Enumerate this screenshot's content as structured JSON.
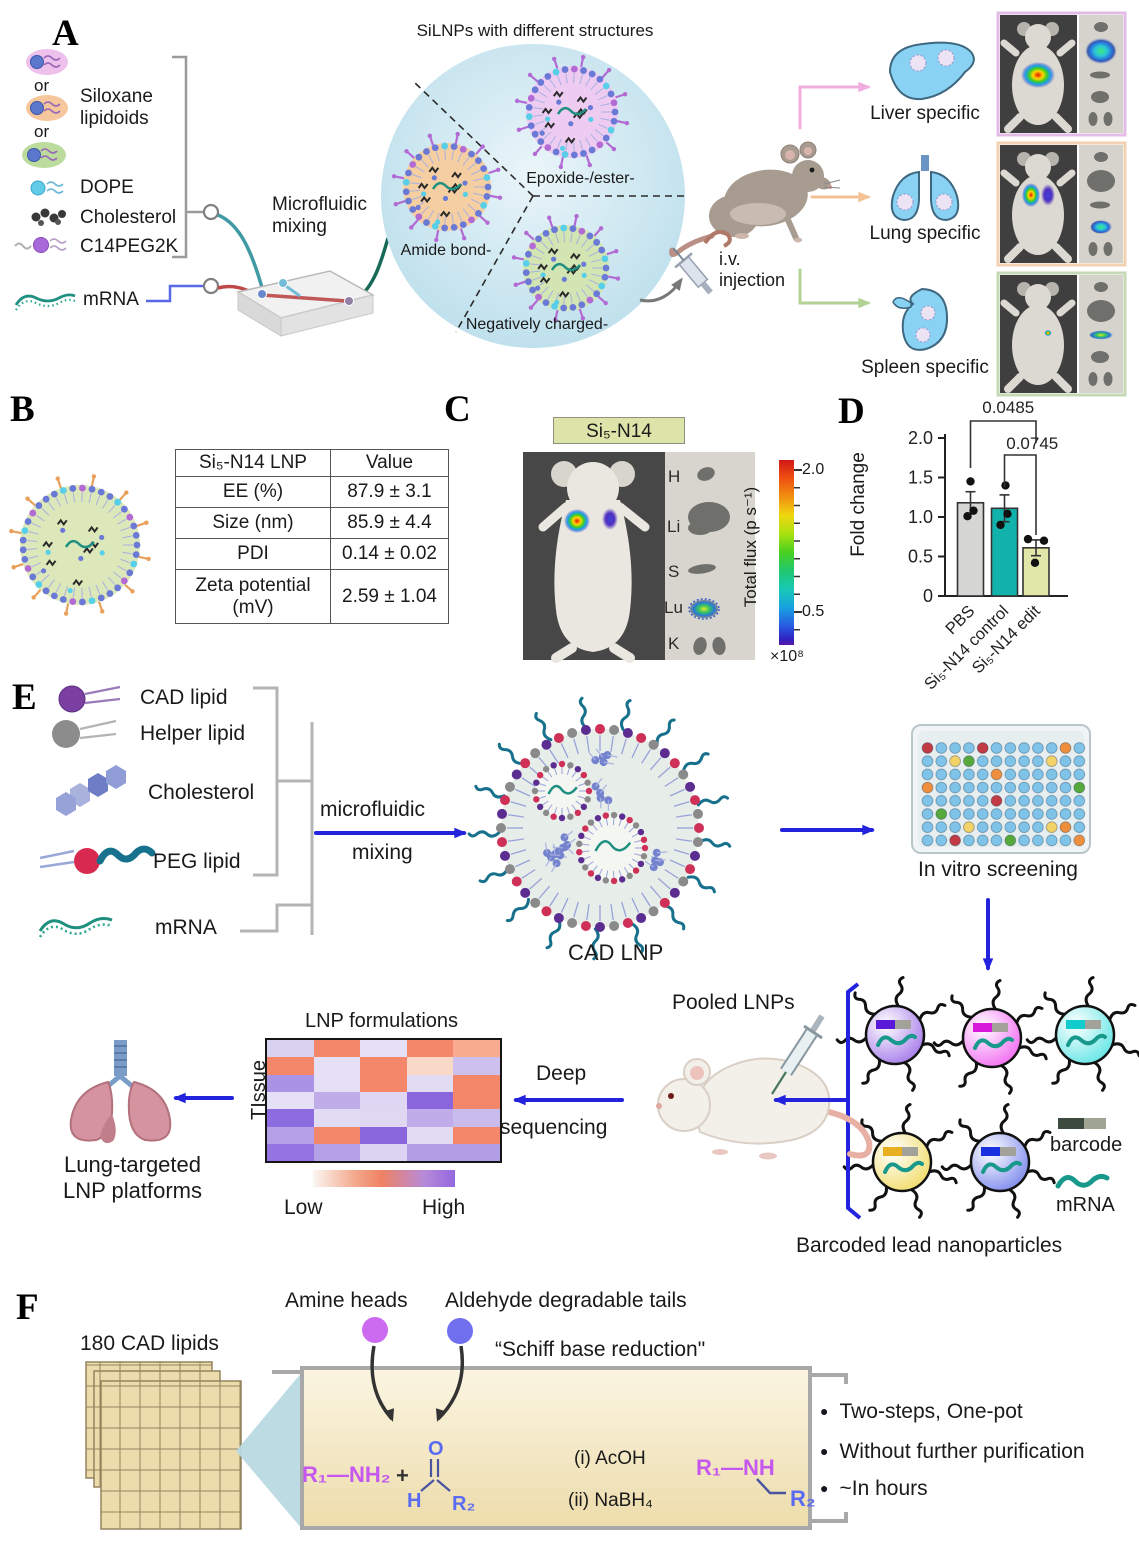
{
  "panelA": {
    "label": "A",
    "or_top": "or",
    "or_bottom": "or",
    "siloxane": "Siloxane lipidoids",
    "dope": "DOPE",
    "cholesterol": "Cholesterol",
    "c14peg2k": "C14PEG2K",
    "mixing": "Microfluidic mixing",
    "mrna": "mRNA",
    "circle_title": "SiLNPs with different structures",
    "lnp_amide": "Amide bond-",
    "lnp_epoxide": "Epoxide-/ester-",
    "lnp_negative": "Negatively charged-",
    "injection": "i.v. injection",
    "target_liver": "Liver specific",
    "target_lung": "Lung specific",
    "target_spleen": "Spleen specific"
  },
  "panelB": {
    "label": "B",
    "table": {
      "header": {
        "param": "Si₅-N14 LNP",
        "value": "Value"
      },
      "rows": [
        {
          "param": "EE (%)",
          "value": "87.9 ± 3.1"
        },
        {
          "param": "Size (nm)",
          "value": "85.9 ± 4.4"
        },
        {
          "param": "PDI",
          "value": "0.14 ± 0.02"
        },
        {
          "param": "Zeta potential (mV)",
          "value": "2.59 ± 1.04"
        }
      ]
    }
  },
  "panelC": {
    "label": "C",
    "sample": "Si₅-N14",
    "organ_labels": [
      "H",
      "Li",
      "S",
      "Lu",
      "K"
    ],
    "colorbar": {
      "tick_top": "2.0",
      "tick_bottom": "0.5",
      "label": "Total flux (p s⁻¹)",
      "multiplier": "×10⁸"
    }
  },
  "panelD": {
    "label": "D"
  },
  "chart_data": [
    {
      "type": "bar",
      "title": "",
      "categories": [
        "PBS",
        "Si₅-N14 control",
        "Si₅-N14 edit"
      ],
      "values": [
        1.18,
        1.11,
        0.61
      ],
      "errors": [
        0.14,
        0.17,
        0.1
      ],
      "points": [
        [
          1.45,
          1.08,
          1.01
        ],
        [
          1.4,
          1.04,
          0.9
        ],
        [
          0.72,
          0.7,
          0.42
        ]
      ],
      "ylabel": "Fold change",
      "ylim": [
        0,
        2.0
      ],
      "yticks": [
        "0",
        "0.5",
        "1.0",
        "1.5",
        "2.0"
      ],
      "bar_colors": [
        "#d6d6d4",
        "#12b2ac",
        "#e0e7a8"
      ],
      "p_values": [
        {
          "groups": [
            "PBS",
            "Si₅-N14 edit"
          ],
          "label": "0.0485"
        },
        {
          "groups": [
            "Si₅-N14 control",
            "Si₅-N14 edit"
          ],
          "label": "0.0745"
        }
      ]
    },
    {
      "type": "heatmap",
      "title": "LNP formulations",
      "ylabel": "TIssue",
      "legend_low": "Low",
      "legend_high": "High",
      "cells": [
        [
          "#d9d1f0",
          "#f4876a",
          "#e6e0f6",
          "#f4876a",
          "#f9ab90"
        ],
        [
          "#f4876a",
          "#e6e0f6",
          "#f4876a",
          "#fbd9c9",
          "#cdc0ee"
        ],
        [
          "#aa92e4",
          "#e6e0f6",
          "#f4876a",
          "#e2dbf4",
          "#f4876a"
        ],
        [
          "#e6e0f6",
          "#bface9",
          "#ded6f3",
          "#8a66dd",
          "#f4876a"
        ],
        [
          "#8d6cdf",
          "#e2dbf4",
          "#e0d8f3",
          "#bface9",
          "#c9bbec"
        ],
        [
          "#b4a1e6",
          "#f4876a",
          "#8a66dd",
          "#e2dbf4",
          "#f4876a"
        ],
        [
          "#9374e0",
          "#b4a1e6",
          "#dcd4f2",
          "#b19ee5",
          "#b19ee5"
        ]
      ]
    }
  ],
  "panelE": {
    "label": "E",
    "legend": {
      "cad": "CAD lipid",
      "helper": "Helper lipid",
      "cholesterol": "Cholesterol",
      "peg": "PEG lipid",
      "mrna": "mRNA"
    },
    "mixing_line1": "microfluidic",
    "mixing_line2": "mixing",
    "cad_lnp": "CAD LNP",
    "screening": "In vitro screening",
    "pooled": "Pooled LNPs",
    "deep_line1": "Deep",
    "deep_line2": "sequencing",
    "lung_line1": "Lung-targeted",
    "lung_line2": "LNP platforms",
    "barcoded": "Barcoded lead nanoparticles",
    "barcode_label": "barcode",
    "mrna_label": "mRNA",
    "plate_palette": {
      "b": "#7fc3e8",
      "r": "#c23a44",
      "o": "#ef8e3c",
      "y": "#f3d268",
      "g": "#57a93c"
    },
    "plate_rows": [
      "rbbbrbbbbbob",
      "bbygbbbbbybb",
      "bbbbbobbbbbb",
      "obbbbbbbbbbg",
      "bbbbbrbbbbbb",
      "bgbbbbbbbbbb",
      "bbbybbbbbyob",
      "bbrbbbgbbbbo"
    ],
    "particles": [
      {
        "name": "purple",
        "color": "#9a6ae8",
        "barcode": "#5a18d8"
      },
      {
        "name": "magenta",
        "color": "#f05af0",
        "barcode": "#d818d8"
      },
      {
        "name": "cyan",
        "color": "#50e2e2",
        "barcode": "#10cccc"
      },
      {
        "name": "yellow",
        "color": "#f0d858",
        "barcode": "#e8b020"
      },
      {
        "name": "blue",
        "color": "#6e7cea",
        "barcode": "#1830e0"
      }
    ]
  },
  "panelF": {
    "label": "F",
    "lipids": "180 CAD lipids",
    "amine": "Amine heads",
    "aldehyde": "Aldehyde degradable tails",
    "schiff": "“Schiff base reduction\"",
    "reaction": {
      "amine": "R₁—NH₂",
      "plus": "+",
      "o": "O",
      "h": "H",
      "r2": "R₂",
      "cond_top": "(i) AcOH",
      "cond_bottom": "(ii) NaBH₄",
      "product": "R₁—NH",
      "product_r2": "R₂"
    },
    "bullets": [
      "Two-steps, One-pot",
      "Without further purification",
      "~In hours"
    ]
  }
}
